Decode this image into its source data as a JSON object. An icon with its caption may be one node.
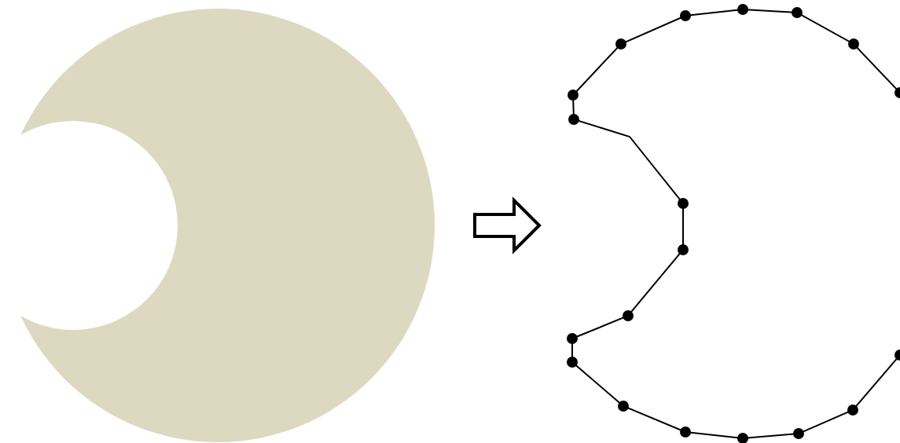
{
  "diagram": {
    "nodes": [
      {
        "text": [],
        "shape": "crescent"
      },
      {
        "text": [],
        "shape": "polygon"
      }
    ],
    "edges": [
      {
        "from": 0,
        "to": 1,
        "arrow": "to"
      }
    ]
  }
}
